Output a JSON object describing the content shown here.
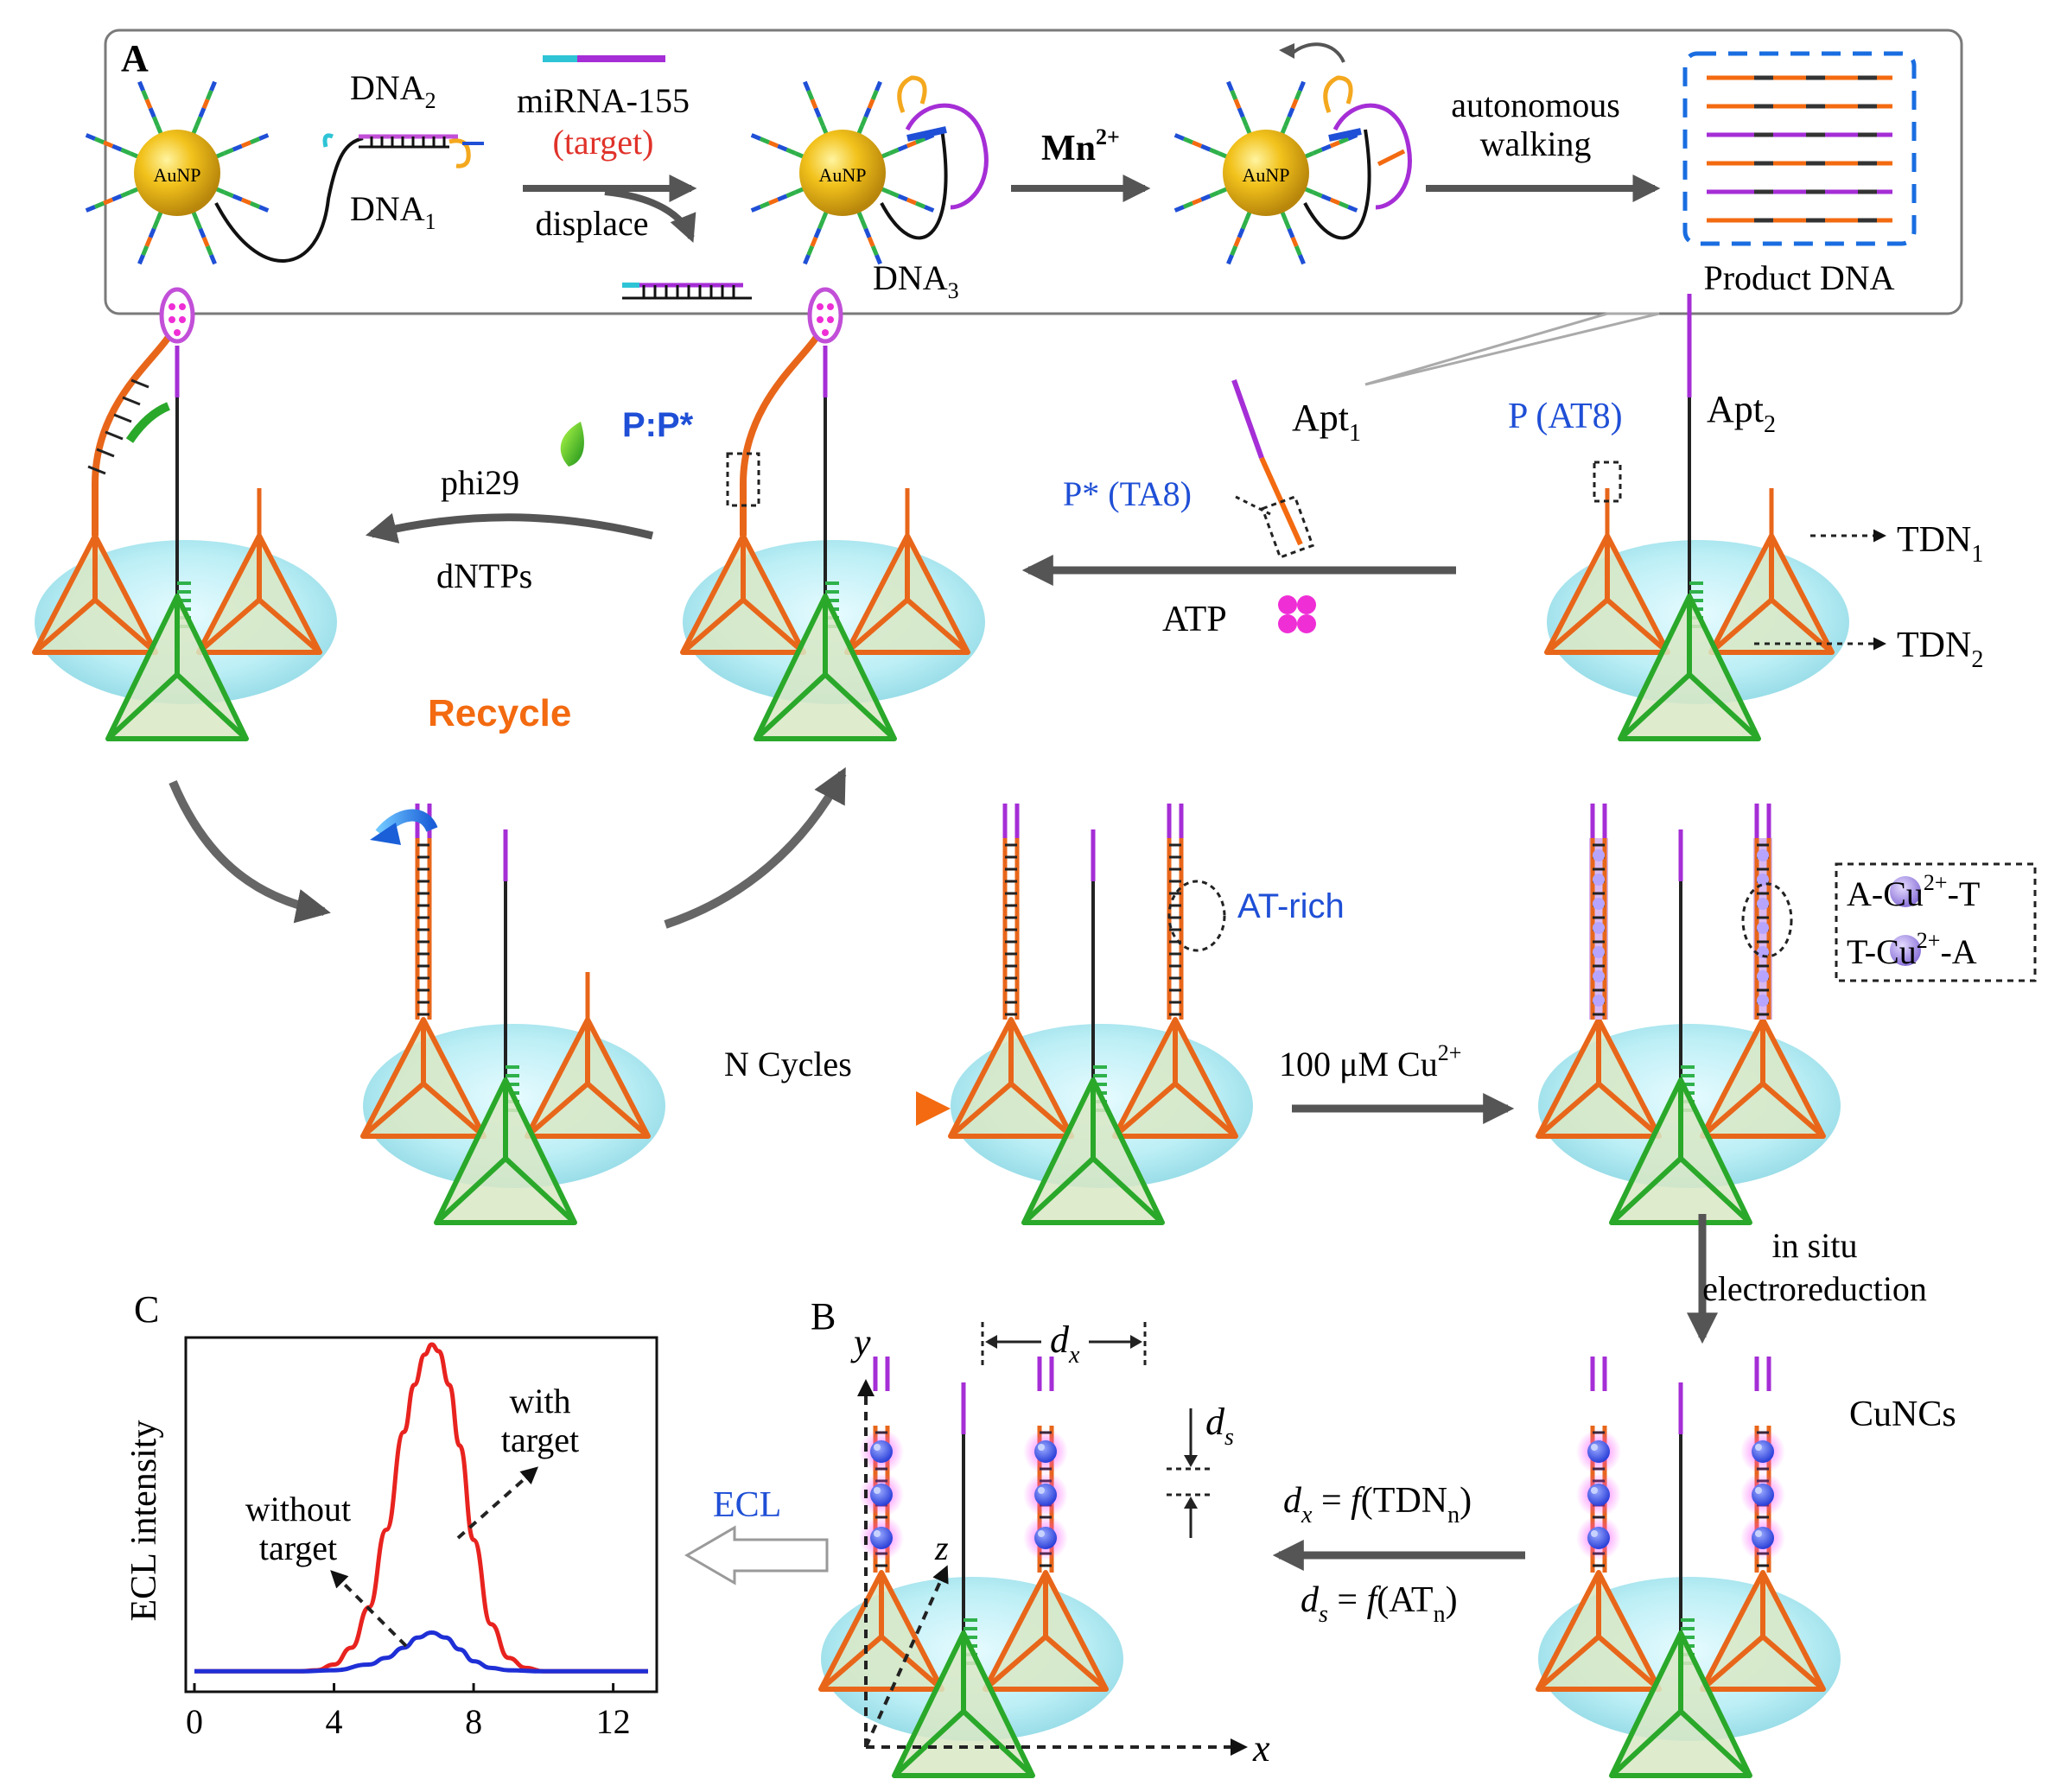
{
  "panelA": {
    "label": "A",
    "aunp": "AuNP",
    "dna2_base": "DNA",
    "dna2_sub": "2",
    "dna1_base": "DNA",
    "dna1_sub": "1",
    "mirna": "miRNA-155",
    "target": "(target)",
    "displace": "displace",
    "dna3_base": "DNA",
    "dna3_sub": "3",
    "mn_base": "Mn",
    "mn_sup": "2+",
    "walk1": "autonomous",
    "walk2": "walking",
    "product": "Product DNA"
  },
  "middle": {
    "apt1_base": "Apt",
    "apt1_sub": "1",
    "apt2_base": "Apt",
    "apt2_sub": "2",
    "pstar": "P* (TA8)",
    "p": "P (AT8)",
    "atp": "ATP",
    "tdn1_base": "TDN",
    "tdn1_sub": "1",
    "tdn2_base": "TDN",
    "tdn2_sub": "2",
    "ppstar": "P:P*",
    "phi29": "phi29",
    "dntps": "dNTPs",
    "recycle": "Recycle",
    "ncycles": "N Cycles",
    "atrich": "AT-rich",
    "cu_base": "100 μM Cu",
    "cu_sup": "2+",
    "acu1a": "A-Cu",
    "acu1sup": "2+",
    "acu1b": "-T",
    "acu2a": "T-Cu",
    "acu2sup": "2+",
    "acu2b": "-A",
    "insitu1": "in situ",
    "insitu2": "electroreduction",
    "cuncs": "CuNCs"
  },
  "panelB": {
    "label": "B",
    "dx_d": "d",
    "dx_sub": "x",
    "ds_d": "d",
    "ds_sub": "s",
    "eq1_lhs": "d",
    "eq1_sub": "x",
    "eq1_mid": " = ",
    "eq1_f": "f",
    "eq1_arg": "(TDN",
    "eq1_argsub": "n",
    "eq1_close": ")",
    "eq2_lhs": "d",
    "eq2_sub": "s",
    "eq2_mid": " = ",
    "eq2_f": "f",
    "eq2_arg": "(AT",
    "eq2_argsub": "n",
    "eq2_close": ")",
    "axis_x": "x",
    "axis_y": "y",
    "axis_z": "z",
    "ecl": "ECL"
  },
  "panelC": {
    "label": "C",
    "ylabel": "ECL intensity",
    "with1": "with",
    "with2": "target",
    "without1": "without",
    "without2": "target"
  },
  "chart_data": {
    "type": "line",
    "title": "",
    "xlabel": "",
    "ylabel": "ECL intensity",
    "xlim": [
      0,
      13
    ],
    "ylim": [
      0,
      1.0
    ],
    "x_ticks": [
      "0",
      "4",
      "8",
      "12"
    ],
    "x_tick_values": [
      0,
      4,
      8,
      12
    ],
    "series": [
      {
        "name": "with target",
        "color": "#e8231f",
        "x": [
          0,
          1,
          2,
          3,
          3.5,
          4,
          4.5,
          5,
          5.5,
          6,
          6.3,
          6.6,
          6.8,
          7.0,
          7.3,
          7.6,
          8,
          8.5,
          9,
          9.5,
          10,
          11,
          12,
          13
        ],
        "y": [
          0.03,
          0.03,
          0.03,
          0.03,
          0.033,
          0.05,
          0.1,
          0.22,
          0.45,
          0.74,
          0.88,
          0.97,
          1.0,
          0.98,
          0.88,
          0.7,
          0.42,
          0.17,
          0.07,
          0.04,
          0.03,
          0.03,
          0.03,
          0.03
        ]
      },
      {
        "name": "without target",
        "color": "#1f2fd6",
        "x": [
          0,
          1,
          2,
          3,
          4,
          5,
          5.5,
          6,
          6.4,
          6.8,
          7.2,
          7.6,
          8,
          8.5,
          9,
          10,
          11,
          12,
          13
        ],
        "y": [
          0.03,
          0.03,
          0.03,
          0.03,
          0.033,
          0.05,
          0.07,
          0.1,
          0.13,
          0.145,
          0.13,
          0.095,
          0.06,
          0.04,
          0.033,
          0.03,
          0.03,
          0.03,
          0.03
        ]
      }
    ]
  }
}
